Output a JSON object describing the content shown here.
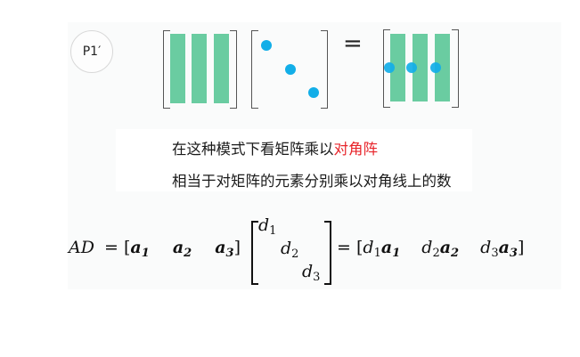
{
  "badge": {
    "label": "P1′"
  },
  "diagram": {
    "equals": "=",
    "colors": {
      "column": "#6acca1",
      "dot": "#12aee8",
      "bracket": "#555555"
    },
    "left_matrix": {
      "columns": 3
    },
    "diagonal_matrix": {
      "dots": 3
    },
    "result_matrix": {
      "columns": 3,
      "dots": 3
    }
  },
  "caption": {
    "line1_prefix": "在这种模式下看矩阵乘以",
    "line1_highlight": "对角阵",
    "line2": "相当于对矩阵的元素分别乘以对角线上的数",
    "highlight_color": "#e8262c"
  },
  "formula": {
    "lhs": "AD",
    "eq": "=",
    "a": "a",
    "d": "d",
    "idx": [
      "1",
      "2",
      "3"
    ]
  }
}
